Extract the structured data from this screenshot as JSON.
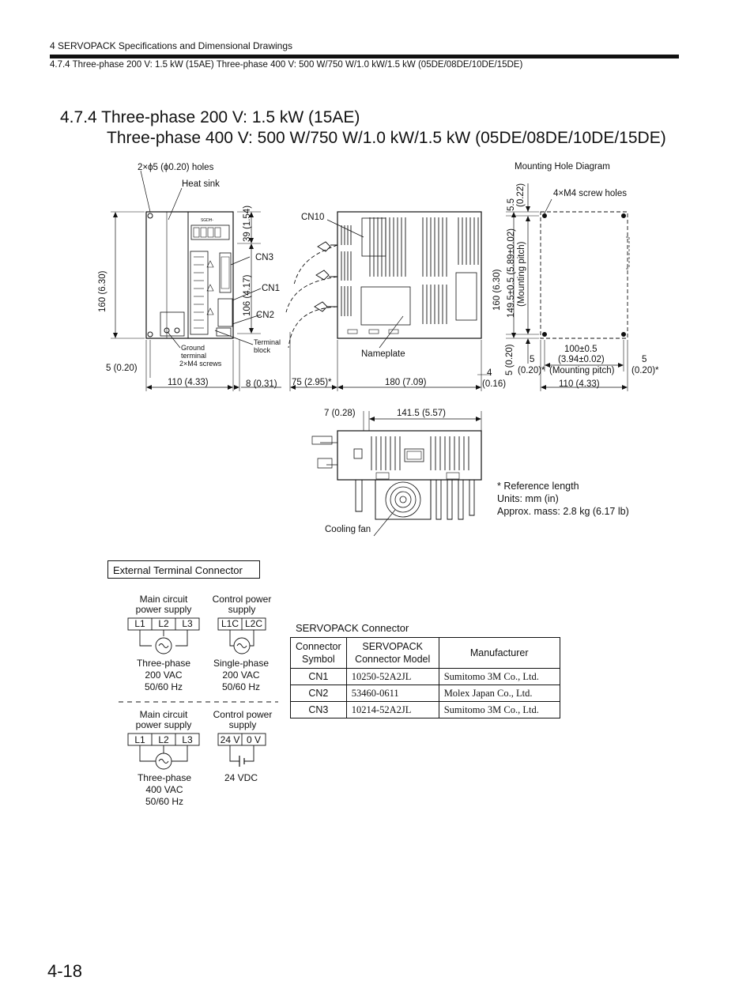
{
  "header": {
    "chapter": "4  SERVOPACK Specifications and Dimensional Drawings",
    "section": "4.7.4  Three-phase 200 V: 1.5 kW (15AE) Three-phase 400 V: 500 W/750 W/1.0 kW/1.5 kW (05DE/08DE/10DE/15DE)"
  },
  "title": {
    "line1": "4.7.4  Three-phase 200 V: 1.5 kW (15AE)",
    "line2": "Three-phase 400 V: 500 W/750 W/1.0 kW/1.5 kW (05DE/08DE/10DE/15DE)"
  },
  "drawing": {
    "holes": "2×ϕ5 (ϕ0.20) holes",
    "heat_sink": "Heat sink",
    "mounting_diagram": "Mounting Hole Diagram",
    "screw_holes": "4×M4 screw holes",
    "cn10": "CN10",
    "cn3": "CN3",
    "cn1": "CN1",
    "cn2": "CN2",
    "dim_160_left": "160 (6.30)",
    "dim_39": "39 (1.54)",
    "dim_106": "106 (4.17)",
    "dim_5_left": "5 (0.20)",
    "dim_110_left": "110 (4.33)",
    "dim_8": "8 (0.31)",
    "dim_75": "75 (2.95)*",
    "dim_180": "180 (7.09)",
    "dim_4": "4",
    "dim_4_in": "(0.16)",
    "ground_1": "Ground",
    "ground_2": "terminal",
    "ground_3": "2×M4 screws",
    "terminal_1": "Terminal",
    "terminal_2": "block",
    "nameplate": "Nameplate",
    "dim_55": "5.5",
    "dim_55_in": "(0.22)",
    "dim_160_right": "160 (6.30)",
    "dim_1495": "149.5±0.5 (5.89±0.02)",
    "mount_pitch_v": "(Mounting pitch)",
    "dim_5_bottom": "5 (0.20)",
    "dim_5a": "5",
    "dim_5a_in": "(0.20)*",
    "dim_100": "100±0.5",
    "dim_100_in": "(3.94±0.02)",
    "mount_pitch_h": "(Mounting pitch)",
    "dim_5b": "5",
    "dim_5b_in": "(0.20)*",
    "dim_110_right": "110 (4.33)",
    "dim_7": "7 (0.28)",
    "dim_1415": "141.5 (5.57)",
    "cooling_fan": "Cooling fan",
    "model_label": "SGDH-"
  },
  "notes": {
    "ref": "* Reference length",
    "units": "Units: mm (in)",
    "mass": "Approx. mass: 2.8 kg (6.17 lb)"
  },
  "external": {
    "title": "External Terminal Connector",
    "top": {
      "main_label_1": "Main circuit",
      "main_label_2": "power supply",
      "main_terms": [
        "L1",
        "L2",
        "L3"
      ],
      "main_desc_1": "Three-phase",
      "main_desc_2": "200 VAC",
      "main_desc_3": "50/60 Hz",
      "ctrl_label_1": "Control power",
      "ctrl_label_2": "supply",
      "ctrl_terms": [
        "L1C",
        "L2C"
      ],
      "ctrl_desc_1": "Single-phase",
      "ctrl_desc_2": "200 VAC",
      "ctrl_desc_3": "50/60 Hz"
    },
    "bottom": {
      "main_label_1": "Main circuit",
      "main_label_2": "power supply",
      "main_terms": [
        "L1",
        "L2",
        "L3"
      ],
      "main_desc_1": "Three-phase",
      "main_desc_2": "400 VAC",
      "main_desc_3": "50/60 Hz",
      "ctrl_label_1": "Control power",
      "ctrl_label_2": "supply",
      "ctrl_terms": [
        "24 V",
        "0 V"
      ],
      "ctrl_desc_1": "24 VDC"
    }
  },
  "connectors": {
    "caption": "SERVOPACK Connector",
    "headers": {
      "symbol_1": "Connector",
      "symbol_2": "Symbol",
      "model_1": "SERVOPACK",
      "model_2": "Connector Model",
      "maker": "Manufacturer"
    },
    "rows": [
      {
        "symbol": "CN1",
        "model": "10250-52A2JL",
        "maker": "Sumitomo 3M Co., Ltd."
      },
      {
        "symbol": "CN2",
        "model": "53460-0611",
        "maker": "Molex Japan Co., Ltd."
      },
      {
        "symbol": "CN3",
        "model": "10214-52A2JL",
        "maker": "Sumitomo 3M Co., Ltd."
      }
    ]
  },
  "page_number": "4-18"
}
